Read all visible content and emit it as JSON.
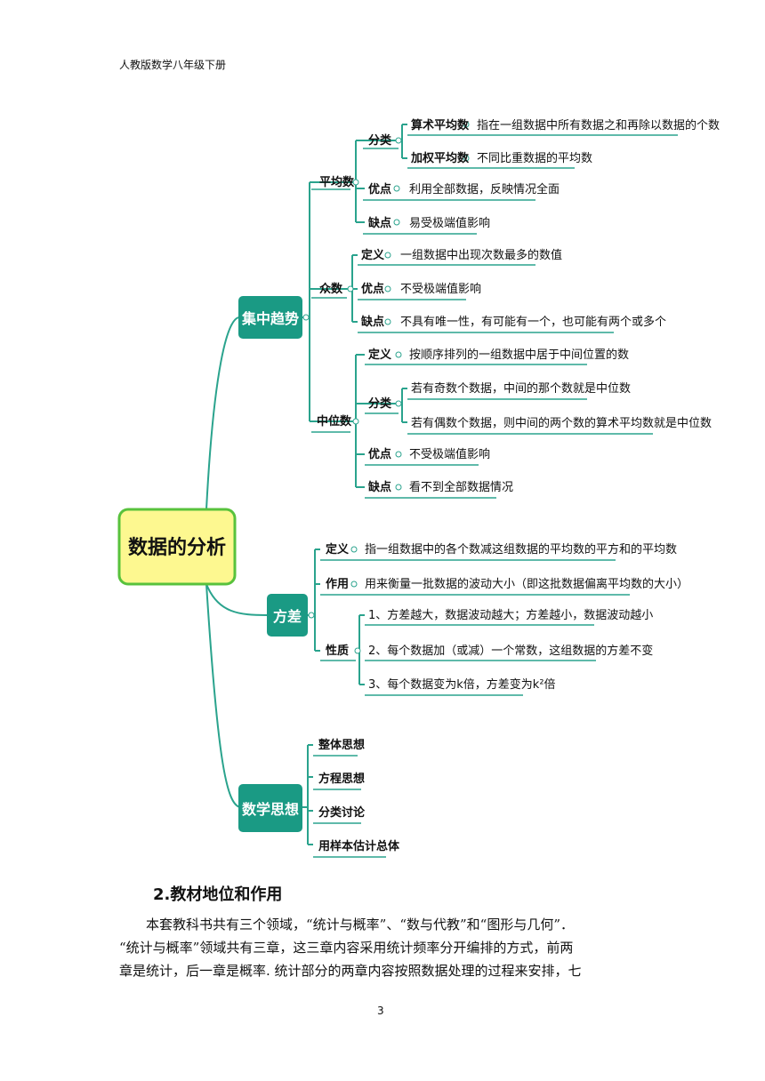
{
  "header": "人教版数学八年级下册",
  "mindmap": {
    "root": "数据的分析",
    "branch1": {
      "title": "集中趋势",
      "mean": {
        "label": "平均数",
        "classify": "分类",
        "arith": "算术平均数",
        "arith_desc": "指在一组数据中所有数据之和再除以数据的个数",
        "weighted": "加权平均数",
        "weighted_desc": "不同比重数据的平均数",
        "adv_label": "优点",
        "adv": "利用全部数据，反映情况全面",
        "dis_label": "缺点",
        "dis": "易受极端值影响"
      },
      "mode": {
        "label": "众数",
        "def_label": "定义",
        "def": "一组数据中出现次数最多的数值",
        "adv_label": "优点",
        "adv": "不受极端值影响",
        "dis_label": "缺点",
        "dis": "不具有唯一性，有可能有一个，也可能有两个或多个"
      },
      "median": {
        "label": "中位数",
        "def_label": "定义",
        "def": "按顺序排列的一组数据中居于中间位置的数",
        "classify": "分类",
        "odd": "若有奇数个数据，中间的那个数就是中位数",
        "even": "若有偶数个数据，则中间的两个数的算术平均数就是中位数",
        "adv_label": "优点",
        "adv": "不受极端值影响",
        "dis_label": "缺点",
        "dis": "看不到全部数据情况"
      }
    },
    "branch2": {
      "title": "方差",
      "def_label": "定义",
      "def": "指一组数据中的各个数减这组数据的平均数的平方和的平均数",
      "use_label": "作用",
      "use": "用来衡量一批数据的波动大小（即这批数据偏离平均数的大小）",
      "prop_label": "性质",
      "prop1": "1、方差越大，数据波动越大；方差越小，数据波动越小",
      "prop2": "2、每个数据加（或减）一个常数，这组数据的方差不变",
      "prop3": "3、每个数据变为k倍，方差变为k²倍"
    },
    "branch3": {
      "title": "数学思想",
      "items": [
        "整体思想",
        "方程思想",
        "分类讨论",
        "用样本估计总体"
      ]
    }
  },
  "section_title": "2.教材地位和作用",
  "paragraph": {
    "line1": "本套教科书共有三个领域，“统计与概率”、“数与代教”和“图形与几何”．",
    "line2": "“统计与概率”领域共有三章，这三章内容采用统计频率分开编排的方式，前两",
    "line3": "章是统计，后一章是概率. 统计部分的两章内容按照数据处理的过程来安排，七"
  },
  "page_number": "3",
  "colors": {
    "teal": "#1a9a84",
    "root_fill": "#fdf890",
    "root_stroke": "#58c23c",
    "line": "#2aa38d"
  }
}
